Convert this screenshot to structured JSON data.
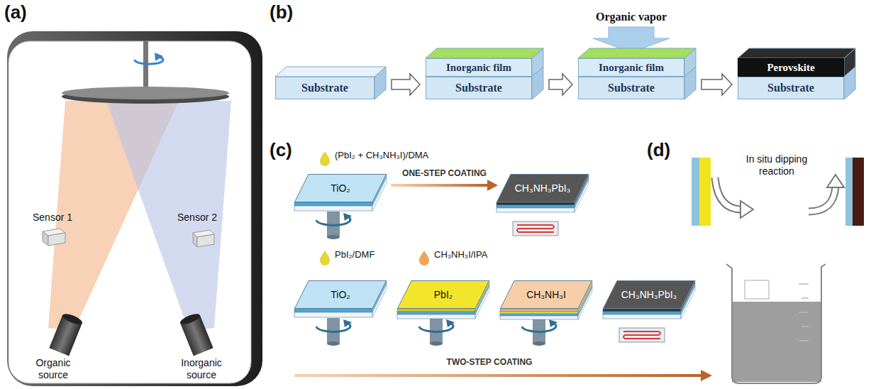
{
  "diagram": {
    "nodes": [
      {
        "text": [
          "Substrate"
        ]
      },
      {
        "text": [
          "Inorganic film"
        ]
      },
      {
        "text": [
          "Substrate"
        ]
      },
      {
        "text": [
          "Inorganic film"
        ]
      },
      {
        "text": [
          "Substrate"
        ]
      },
      {
        "text": [
          "Perovskite"
        ]
      },
      {
        "text": [
          "Substrate"
        ]
      },
      {
        "text": [
          "TiO₂"
        ]
      },
      {
        "text": [
          "CH₃NH₃PbI₃"
        ]
      },
      {
        "text": [
          "TiO₂"
        ]
      },
      {
        "text": [
          "PbI₂"
        ]
      },
      {
        "text": [
          "CH₃NH₃I"
        ]
      },
      {
        "text": [
          "CH₃NH₃PbI₃"
        ]
      }
    ],
    "edges": [
      {
        "from": 0,
        "to": 2,
        "arrow": "to"
      },
      {
        "from": 2,
        "to": 4,
        "arrow": "to"
      },
      {
        "from": 4,
        "to": 6,
        "arrow": "to"
      },
      {
        "from": 7,
        "to": 8,
        "label": "ONE-STEP COATING",
        "arrow": "to"
      }
    ],
    "labels": [
      "(a)",
      "Sensor 1",
      "Sensor 2",
      "Organic source",
      "Inorganic source",
      "(b)",
      "Organic vapor",
      "(c)",
      "(PbI₂ + CH₃NH₃I)/DMA",
      "PbI₂/DMF",
      "CH₃NH₃I/IPA",
      "TWO-STEP COATING",
      "(d)",
      "In situ dipping reaction"
    ]
  }
}
